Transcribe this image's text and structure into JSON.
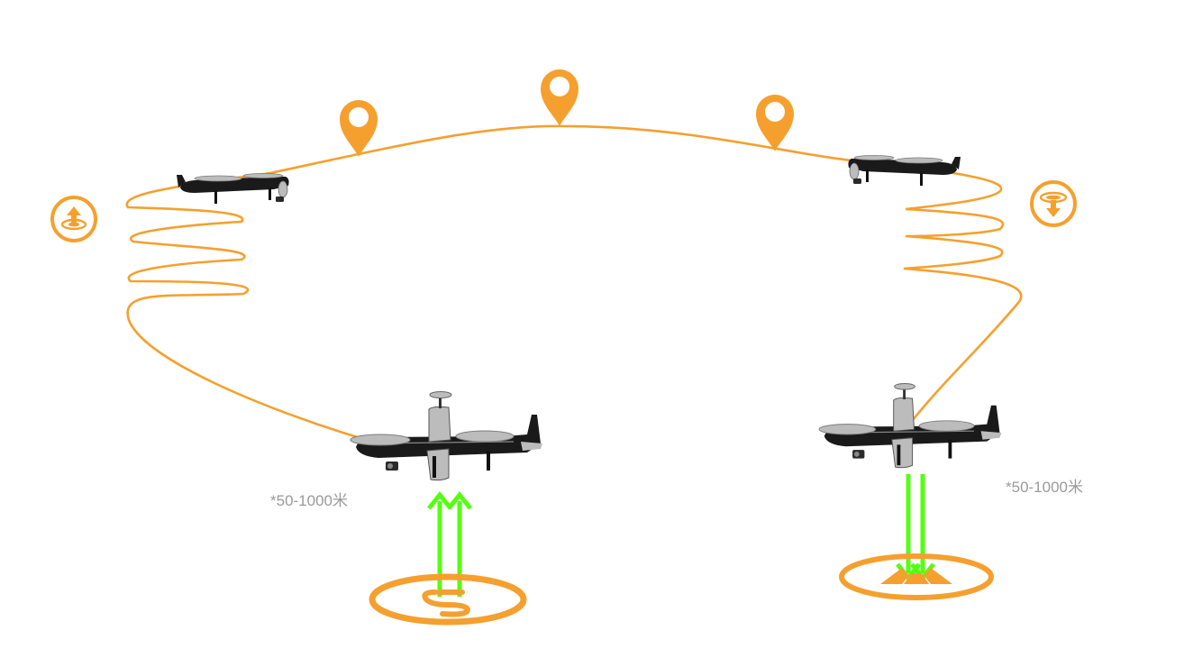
{
  "colors": {
    "route": "#F5A02E",
    "arrow": "#55FF10",
    "drone_body": "#1a1a1a",
    "drone_light": "#bcbcbc",
    "label": "#9a9a9a",
    "background": "#ffffff"
  },
  "labels": {
    "left_altitude": "*50-1000米",
    "right_altitude": "*50-1000米"
  },
  "icons": {
    "takeoff_spiral": "climb-icon",
    "landing_spiral": "descend-icon",
    "waypoint": "map-pin-icon",
    "takeoff_pad": "takeoff-pad-icon",
    "landing_pad": "landing-pad-icon"
  },
  "waypoints": [
    "waypoint-1",
    "waypoint-2",
    "waypoint-3"
  ]
}
